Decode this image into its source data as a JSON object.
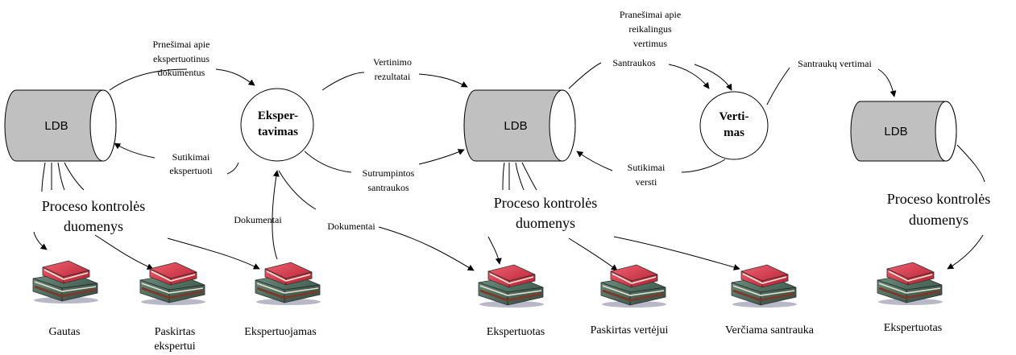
{
  "databases": [
    {
      "id": "db1",
      "label": "LDB"
    },
    {
      "id": "db2",
      "label": "LDB"
    },
    {
      "id": "db3",
      "label": "LDB"
    }
  ],
  "processes": [
    {
      "id": "p1",
      "lines": [
        "Eksper-",
        "tavimas"
      ]
    },
    {
      "id": "p2",
      "lines": [
        "Verti-",
        "mas"
      ]
    }
  ],
  "control_labels": [
    {
      "lines": [
        "Proceso kontrolės",
        "duomenys"
      ]
    },
    {
      "lines": [
        "Proceso kontrolės",
        "duomenys"
      ]
    },
    {
      "lines": [
        "Proceso kontrolės",
        "duomenys"
      ]
    }
  ],
  "flow_labels": [
    {
      "lines": [
        "Prnešimai apie",
        "ekspertuotinus",
        "dokumentus"
      ]
    },
    {
      "lines": [
        "Sutikimai",
        "ekspertuoti"
      ]
    },
    {
      "lines": [
        "Vertinimo",
        "rezultatai"
      ]
    },
    {
      "lines": [
        "Sutrumpintos",
        "santraukos"
      ]
    },
    {
      "lines": [
        "Pranešimai apie",
        "reikalingus",
        "vertimus"
      ]
    },
    {
      "lines": [
        "Santraukos"
      ]
    },
    {
      "lines": [
        "Sutikimai",
        "versti"
      ]
    },
    {
      "lines": [
        "Santraukų vertimai"
      ]
    },
    {
      "lines": [
        "Dokumentai"
      ]
    },
    {
      "lines": [
        "Dokumentai"
      ]
    }
  ],
  "states": [
    {
      "lines": [
        "Gautas"
      ]
    },
    {
      "lines": [
        "Paskirtas",
        "ekspertui"
      ]
    },
    {
      "lines": [
        "Ekspertuojamas"
      ]
    },
    {
      "lines": [
        "Ekspertuotas"
      ]
    },
    {
      "lines": [
        "Paskirtas vertėjui"
      ]
    },
    {
      "lines": [
        "Verčiama santrauka"
      ]
    },
    {
      "lines": [
        "Ekspertuotas"
      ]
    }
  ],
  "colors": {
    "database_fill": "#c0c0c0",
    "book_red": "#d63a4a",
    "book_green": "#4a6b5a",
    "book_brown": "#7a3a2a"
  }
}
